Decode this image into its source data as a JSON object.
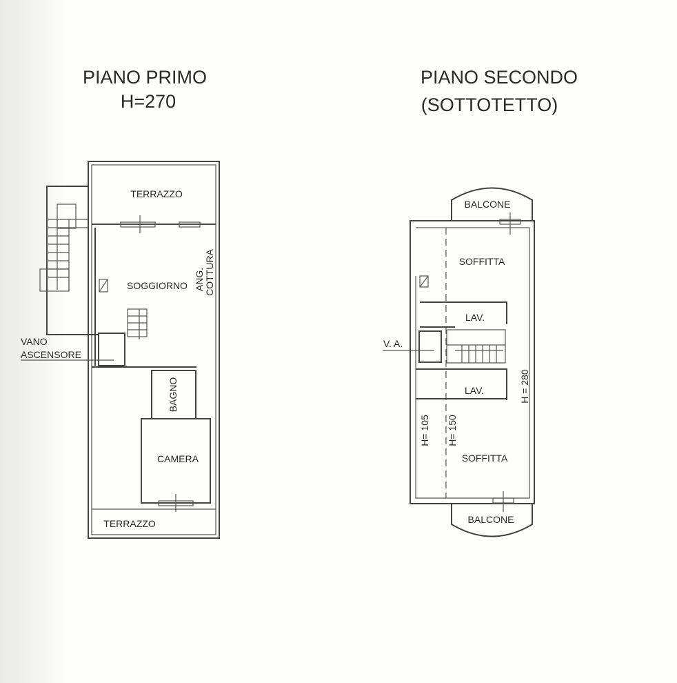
{
  "first_floor": {
    "title": "PIANO PRIMO",
    "height": "H=270",
    "rooms": {
      "terrazzo_top": "TERRAZZO",
      "soggiorno": "SOGGIORNO",
      "ang": "ANG.",
      "cottura": "COTTURA",
      "vano": "VANO",
      "ascensore": "ASCENSORE",
      "bagno": "BAGNO",
      "camera": "CAMERA",
      "terrazzo_bottom": "TERRAZZO"
    }
  },
  "second_floor": {
    "title": "PIANO SECONDO",
    "subtitle": "(SOTTOTETTO)",
    "rooms": {
      "balcone_top": "BALCONE",
      "soffitta_top": "SOFFITTA",
      "lav_top": "LAV.",
      "va": "V. A.",
      "lav_bottom": "LAV.",
      "h280": "H = 280",
      "h105": "H= 105",
      "h150": "H= 150",
      "soffitta_bottom": "SOFFITTA",
      "balcone_bottom": "BALCONE"
    }
  }
}
